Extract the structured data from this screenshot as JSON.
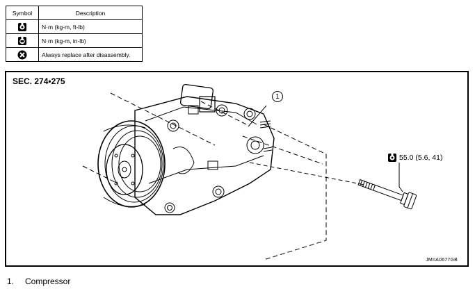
{
  "legend": {
    "header_symbol": "Symbol",
    "header_description": "Description",
    "rows": [
      {
        "icon": "torque-wrench-icon",
        "description": "N·m (kg-m, ft-lb)"
      },
      {
        "icon": "torque-wrench-inlb-icon",
        "description": "N·m (kg-m, in-lb)"
      },
      {
        "icon": "always-replace-icon",
        "description": "Always replace after disassembly."
      }
    ]
  },
  "diagram": {
    "section": "SEC. 274•275",
    "callout_number": "1",
    "torque_spec": "55.0 (5.6, 41)",
    "reference_code": "JMIIA0677GB"
  },
  "parts_list": [
    {
      "number": "1.",
      "name": "Compressor"
    }
  ]
}
